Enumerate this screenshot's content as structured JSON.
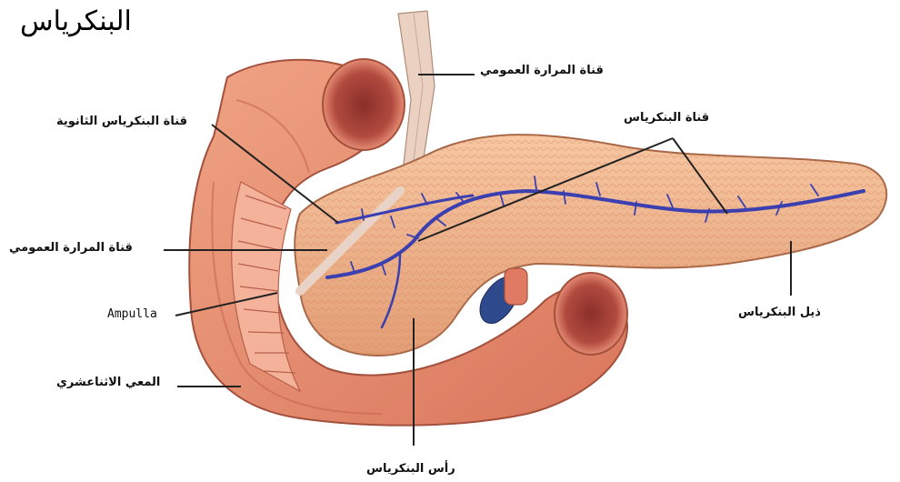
{
  "title": "البنكرياس",
  "labels": {
    "common_bile_duct_top": "قناة المرارة العمومي",
    "accessory_pancreatic_duct": "قناة البنكرياس الثانوية",
    "pancreatic_duct": "قناة البنكرياس",
    "common_bile_duct_left": "قناة المرارة العمومي",
    "ampulla": "Ampulla",
    "duodenum": "المعي الاثناعشري",
    "pancreas_tail": "ذيل البنكرياس",
    "pancreas_head": "رأس البنكرياس"
  },
  "colors": {
    "duodenum": "#e9957a",
    "pancreas": "#f1b58f",
    "duct": "#3b3fb0",
    "outline": "#9a4a3a"
  }
}
